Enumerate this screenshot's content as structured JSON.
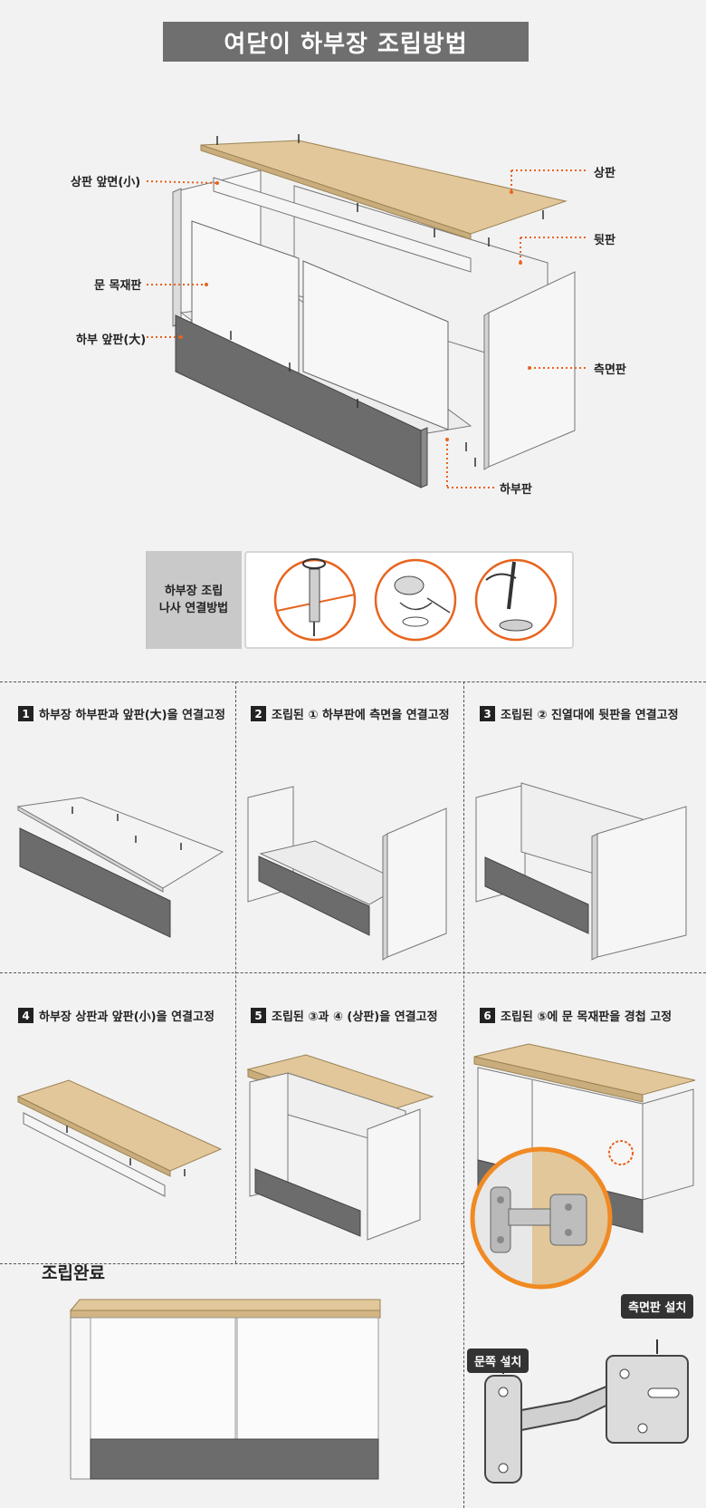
{
  "title": "여닫이 하부장 조립방법",
  "callouts": {
    "top_front_small": "상판 앞면(小)",
    "door_panel": "문 목재판",
    "bottom_front_large": "하부 앞판(大)",
    "top_panel": "상판",
    "back_panel": "뒷판",
    "side_panel": "측면판",
    "bottom_panel": "하부판"
  },
  "screw_guide": {
    "line1": "하부장 조립",
    "line2": "나사 연결방법"
  },
  "steps": [
    {
      "num": "1",
      "text": "하부장 하부판과 앞판(大)을 연결고정"
    },
    {
      "num": "2",
      "text": "조립된 ① 하부판에 측면을 연결고정"
    },
    {
      "num": "3",
      "text": "조립된 ② 진열대에 뒷판을 연결고정"
    },
    {
      "num": "4",
      "text": "하부장 상판과 앞판(小)을 연결고정"
    },
    {
      "num": "5",
      "text": "조립된 ③과 ④ (상판)을 연결고정"
    },
    {
      "num": "6",
      "text": "조립된 ⑤에 문 목재판을 경첩 고정"
    }
  ],
  "complete": "조립완료",
  "hinge_tags": {
    "door_side": "문쪽 설치",
    "side_panel": "측면판 설치"
  },
  "colors": {
    "wood": "#e2c79a",
    "panel": "#f4f4f4",
    "gray_front": "#6c6c6c",
    "accent": "#e8641e",
    "title_bg": "#6f6f6f"
  }
}
